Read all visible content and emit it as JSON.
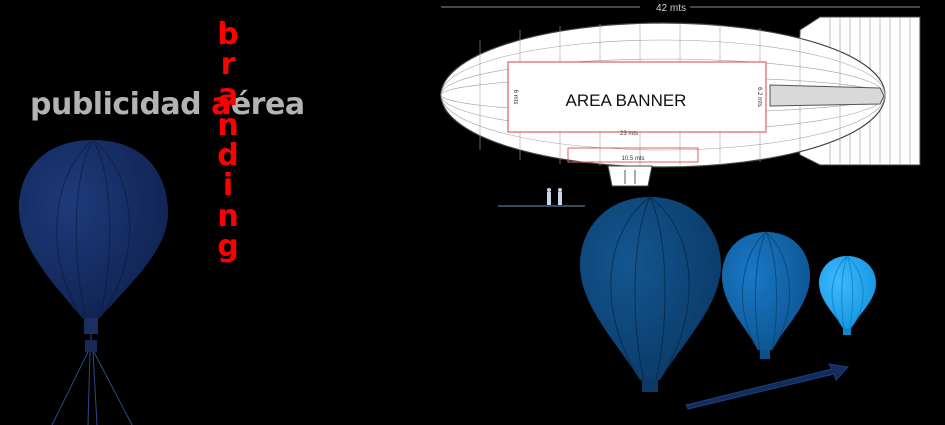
{
  "headline": {
    "prefix": "publicidad ",
    "highlight": "a",
    "suffix": "érea"
  },
  "vertical_word": [
    "b",
    "r",
    "a",
    "n",
    "d",
    "i",
    "n",
    "g"
  ],
  "blimp": {
    "overall_length": "42 mts",
    "banner_label": "AREA BANNER",
    "banner_length": "23 mts",
    "banner_height_left": "6 mts",
    "banner_height_right": "6.2 mts",
    "gondola_length": "10.5 mts"
  },
  "colors": {
    "background": "#000000",
    "headline_grey": "#b3b3b3",
    "accent_red": "#ff0000",
    "balloon_dark_blue": "#13295c",
    "balloon_medium_blue": "#0c4478",
    "balloon_blue": "#0e5ea3",
    "balloon_light_blue": "#1aa3ee"
  }
}
